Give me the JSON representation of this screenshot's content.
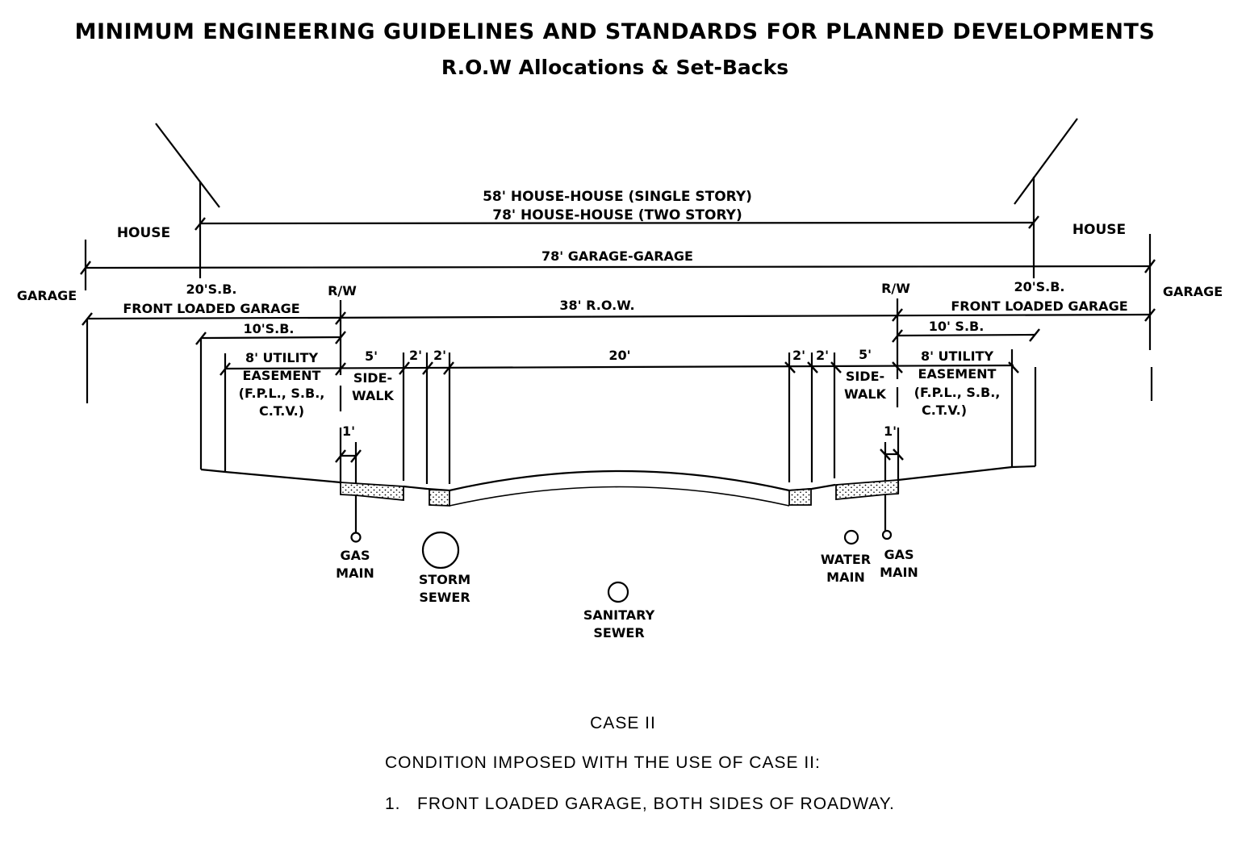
{
  "title": "MINIMUM ENGINEERING GUIDELINES AND STANDARDS FOR PLANNED DEVELOPMENTS",
  "subtitle": "R.O.W Allocations & Set-Backs",
  "labels": {
    "house_left": "HOUSE",
    "house_right": "HOUSE",
    "garage_left": "GARAGE",
    "garage_right": "GARAGE",
    "house_house_single": "58' HOUSE-HOUSE (SINGLE STORY)",
    "house_house_two": "78' HOUSE-HOUSE (TWO STORY)",
    "garage_garage": "78' GARAGE-GARAGE",
    "sb20_left": "20'S.B.",
    "sb20_right": "20'S.B.",
    "flg_left": "FRONT LOADED GARAGE",
    "flg_right": "FRONT LOADED GARAGE",
    "rw_left": "R/W",
    "rw_right": "R/W",
    "row": "38' R.O.W.",
    "sb10_left": "10'S.B.",
    "sb10_right": "10' S.B.",
    "util_left": [
      "8' UTILITY",
      "EASEMENT",
      "(F.P.L., S.B.,",
      "C.T.V.)"
    ],
    "util_right": [
      "8' UTILITY",
      "EASEMENT",
      "(F.P.L., S.B.,",
      "C.T.V.)"
    ],
    "sidewalk_left_dim": "5'",
    "sidewalk_right_dim": "5'",
    "sidewalk_left": [
      "SIDE-",
      "WALK"
    ],
    "sidewalk_right": [
      "SIDE-",
      "WALK"
    ],
    "gutter_left_1": "2'",
    "gutter_left_2": "2'",
    "gutter_right_1": "2'",
    "gutter_right_2": "2'",
    "pavement": "20'",
    "offset_left": "1'",
    "offset_right": "1'"
  },
  "utilities": {
    "gas_main_left": [
      "GAS",
      "MAIN"
    ],
    "storm_sewer": [
      "STORM",
      "SEWER"
    ],
    "sanitary_sewer": [
      "SANITARY",
      "SEWER"
    ],
    "water_main": [
      "WATER",
      "MAIN"
    ],
    "gas_main_right": [
      "GAS",
      "MAIN"
    ]
  },
  "notes": {
    "case": "CASE II",
    "condition": "CONDITION IMPOSED WITH THE USE OF CASE II:",
    "item1": "1.   FRONT LOADED GARAGE, BOTH SIDES OF ROADWAY."
  }
}
